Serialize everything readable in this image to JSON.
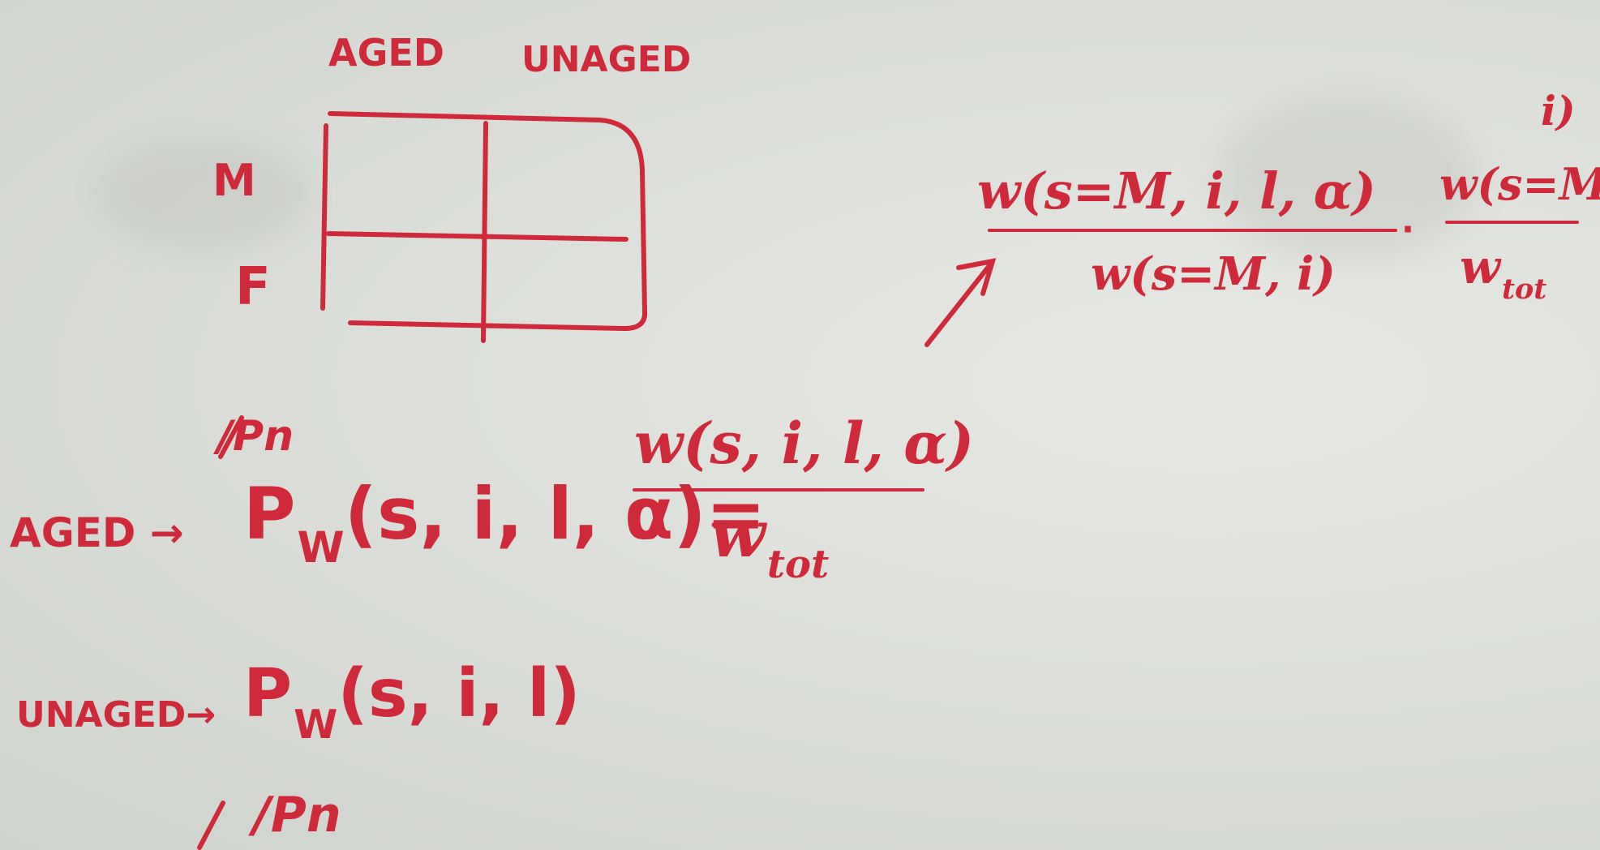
{
  "table": {
    "col_headers": [
      "AGED",
      "UNAGED"
    ],
    "row_headers": [
      "M",
      "F"
    ]
  },
  "top_left_note": "/Pn",
  "equation_aged": {
    "label": "AGED →",
    "lhs_p": "P",
    "lhs_sub": "W",
    "lhs_args": "(s, i, l, α)=",
    "numerator": "w(s, i, l, α)",
    "denominator_w": "w",
    "denominator_sub": "tot"
  },
  "equation_unaged": {
    "label": "UNAGED→",
    "lhs_p": "P",
    "lhs_sub": "W",
    "lhs_args": "(s, i, l)"
  },
  "bottom_note": "/Pn",
  "right_fraction_1": {
    "numerator": "w(s=M, i, l, α)",
    "denominator": "w(s=M, i)"
  },
  "multiply_dot": "·",
  "right_fraction_2": {
    "superscript": "i)",
    "numerator": "w(s=M",
    "denominator_w": "w",
    "denominator_sub": "tot"
  }
}
